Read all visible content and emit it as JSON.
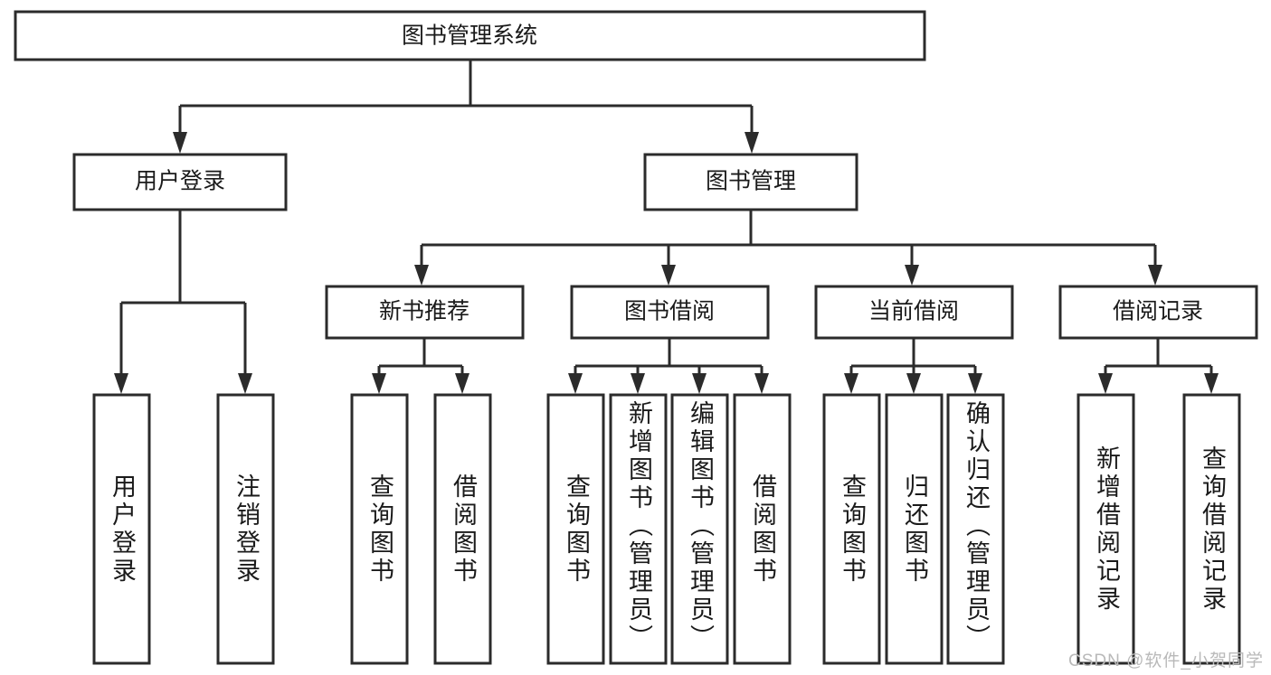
{
  "diagram": {
    "title_node": {
      "label": "图书管理系统"
    },
    "level2": [
      {
        "id": "user-login",
        "label": "用户登录"
      },
      {
        "id": "book-management",
        "label": "图书管理"
      }
    ],
    "level3": [
      {
        "id": "new-book-recommend",
        "label": "新书推荐"
      },
      {
        "id": "book-borrow",
        "label": "图书借阅"
      },
      {
        "id": "current-borrow",
        "label": "当前借阅"
      },
      {
        "id": "borrow-record",
        "label": "借阅记录"
      }
    ],
    "leaves": {
      "user_login": [
        {
          "id": "leaf-user-login",
          "label": "用户登录"
        },
        {
          "id": "leaf-logout-login",
          "label": "注销登录"
        }
      ],
      "new_book_recommend": [
        {
          "id": "leaf-query-book-1",
          "label": "查询图书"
        },
        {
          "id": "leaf-borrow-book-1",
          "label": "借阅图书"
        }
      ],
      "book_borrow": [
        {
          "id": "leaf-query-book-2",
          "label": "查询图书"
        },
        {
          "id": "leaf-add-book",
          "label": "新增图书（管理员）"
        },
        {
          "id": "leaf-edit-book",
          "label": "编辑图书（管理员）"
        },
        {
          "id": "leaf-borrow-book-2",
          "label": "借阅图书"
        }
      ],
      "current_borrow": [
        {
          "id": "leaf-query-book-3",
          "label": "查询图书"
        },
        {
          "id": "leaf-return-book",
          "label": "归还图书"
        },
        {
          "id": "leaf-confirm-return",
          "label": "确认归还（管理员）"
        }
      ],
      "borrow_record": [
        {
          "id": "leaf-add-record",
          "label": "新增借阅记录"
        },
        {
          "id": "leaf-query-record",
          "label": "查询借阅记录"
        }
      ]
    }
  },
  "watermark": {
    "text": "CSDN @软件_小贺同学"
  },
  "colors": {
    "stroke": "#2b2b2b",
    "fill": "#ffffff",
    "text": "#1a1a1a",
    "watermark": "#b9b9b9"
  }
}
